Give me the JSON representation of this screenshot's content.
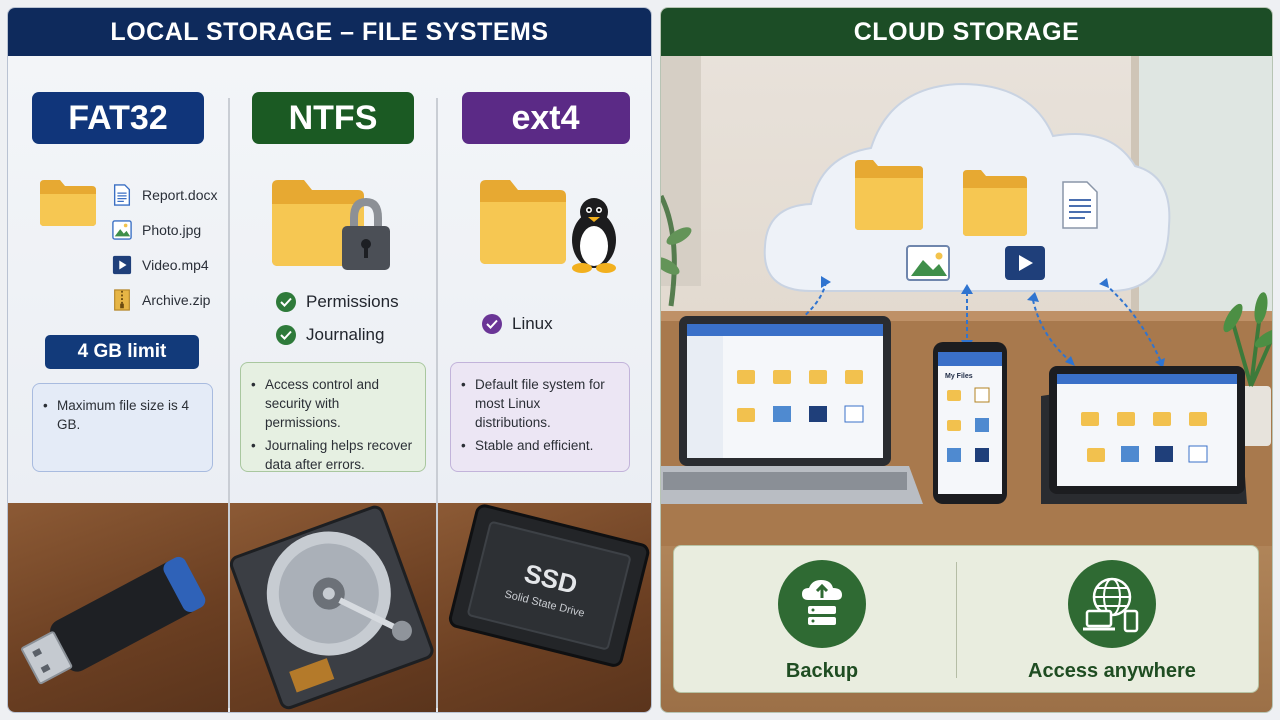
{
  "local": {
    "title": "LOCAL STORAGE – FILE SYSTEMS",
    "columns": [
      {
        "name": "FAT32",
        "color": "#10357a",
        "files": [
          {
            "icon": "document-icon",
            "label": "Report.docx"
          },
          {
            "icon": "image-icon",
            "label": "Photo.jpg"
          },
          {
            "icon": "video-icon",
            "label": "Video.mp4"
          },
          {
            "icon": "zip-icon",
            "label": "Archive.zip"
          }
        ],
        "limit": "4 GB limit",
        "notes": [
          "Maximum file size is 4 GB."
        ],
        "device": "usb-flash-drive"
      },
      {
        "name": "NTFS",
        "color": "#1b5a23",
        "features": [
          "Permissions",
          "Journaling"
        ],
        "notes": [
          "Access control and security with permissions.",
          "Journaling helps recover data after errors."
        ],
        "device": "hard-disk-drive"
      },
      {
        "name": "ext4",
        "color": "#5b2a86",
        "features": [
          "Linux"
        ],
        "notes": [
          "Default file system for most Linux distributions.",
          "Stable and efficient."
        ],
        "device": "solid-state-drive",
        "ssd_label": "SSD",
        "ssd_sub": "Solid State Drive"
      }
    ]
  },
  "cloud": {
    "title": "CLOUD STORAGE",
    "screen_labels": {
      "phone": "My Files"
    },
    "benefits": [
      {
        "icon": "cloud-upload-server-icon",
        "label": "Backup"
      },
      {
        "icon": "globe-devices-icon",
        "label": "Access anywhere"
      }
    ]
  },
  "colors": {
    "fat32": "#10357a",
    "ntfs": "#1b5a23",
    "ext4": "#5b2a86",
    "cloud_header": "#1c4d26",
    "folder": "#f2c14e"
  }
}
